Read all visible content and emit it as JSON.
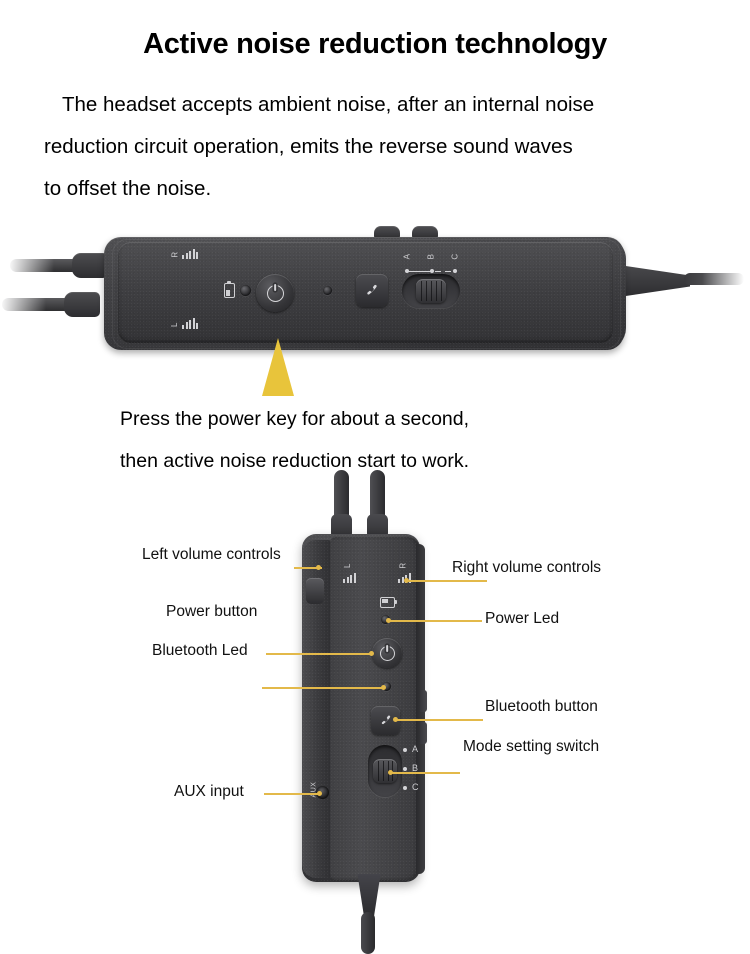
{
  "header": {
    "title": "Active noise reduction technology",
    "paragraph_line1": "The headset accepts ambient noise, after an internal noise",
    "paragraph_line2": "reduction circuit operation, emits the reverse sound waves",
    "paragraph_line3": "to offset the noise."
  },
  "mid_caption": {
    "line1": "Press the power key for about a second,",
    "line2": "then active noise reduction start to work."
  },
  "device_top": {
    "markings": {
      "right_volume": "R",
      "left_volume": "L",
      "mode_a": "A",
      "mode_b": "B",
      "mode_c": "C"
    }
  },
  "device_bottom": {
    "markings": {
      "left_volume": "L",
      "right_volume": "R",
      "mode_a": "A",
      "mode_b": "B",
      "mode_c": "C",
      "aux": "AUX"
    }
  },
  "callouts": {
    "left": [
      {
        "label": "Left volume controls"
      },
      {
        "label": "Power button"
      },
      {
        "label": "Bluetooth Led"
      },
      {
        "label": "AUX input"
      }
    ],
    "right": [
      {
        "label": "Right volume controls"
      },
      {
        "label": "Power Led"
      },
      {
        "label": "Bluetooth button"
      },
      {
        "label": "Mode setting switch"
      }
    ]
  },
  "colors": {
    "background": "#ffffff",
    "text": "#000000",
    "arrow_yellow": "#e8c43b",
    "leader_line": "#e3b94a",
    "device_body": "#3c3c3f"
  }
}
